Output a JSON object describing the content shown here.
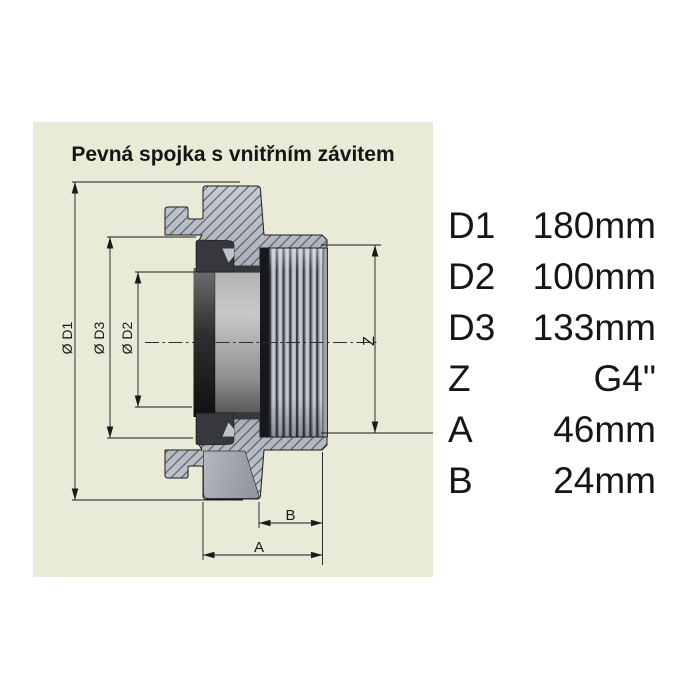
{
  "panel": {
    "title": "Pevná spojka s vnitřním závitem",
    "background": "#E9EAD7"
  },
  "drawing": {
    "labels": {
      "d1": "Ø D1",
      "d3": "Ø D3",
      "d2": "Ø D2",
      "z": "Z",
      "a": "A",
      "b": "B"
    }
  },
  "specs": {
    "rows": [
      {
        "label": "D1",
        "value": "180mm"
      },
      {
        "label": "D2",
        "value": "100mm"
      },
      {
        "label": "D3",
        "value": "133mm"
      },
      {
        "label": "Z",
        "value": "G4\""
      },
      {
        "label": "A",
        "value": "46mm"
      },
      {
        "label": "B",
        "value": "24mm"
      }
    ]
  }
}
